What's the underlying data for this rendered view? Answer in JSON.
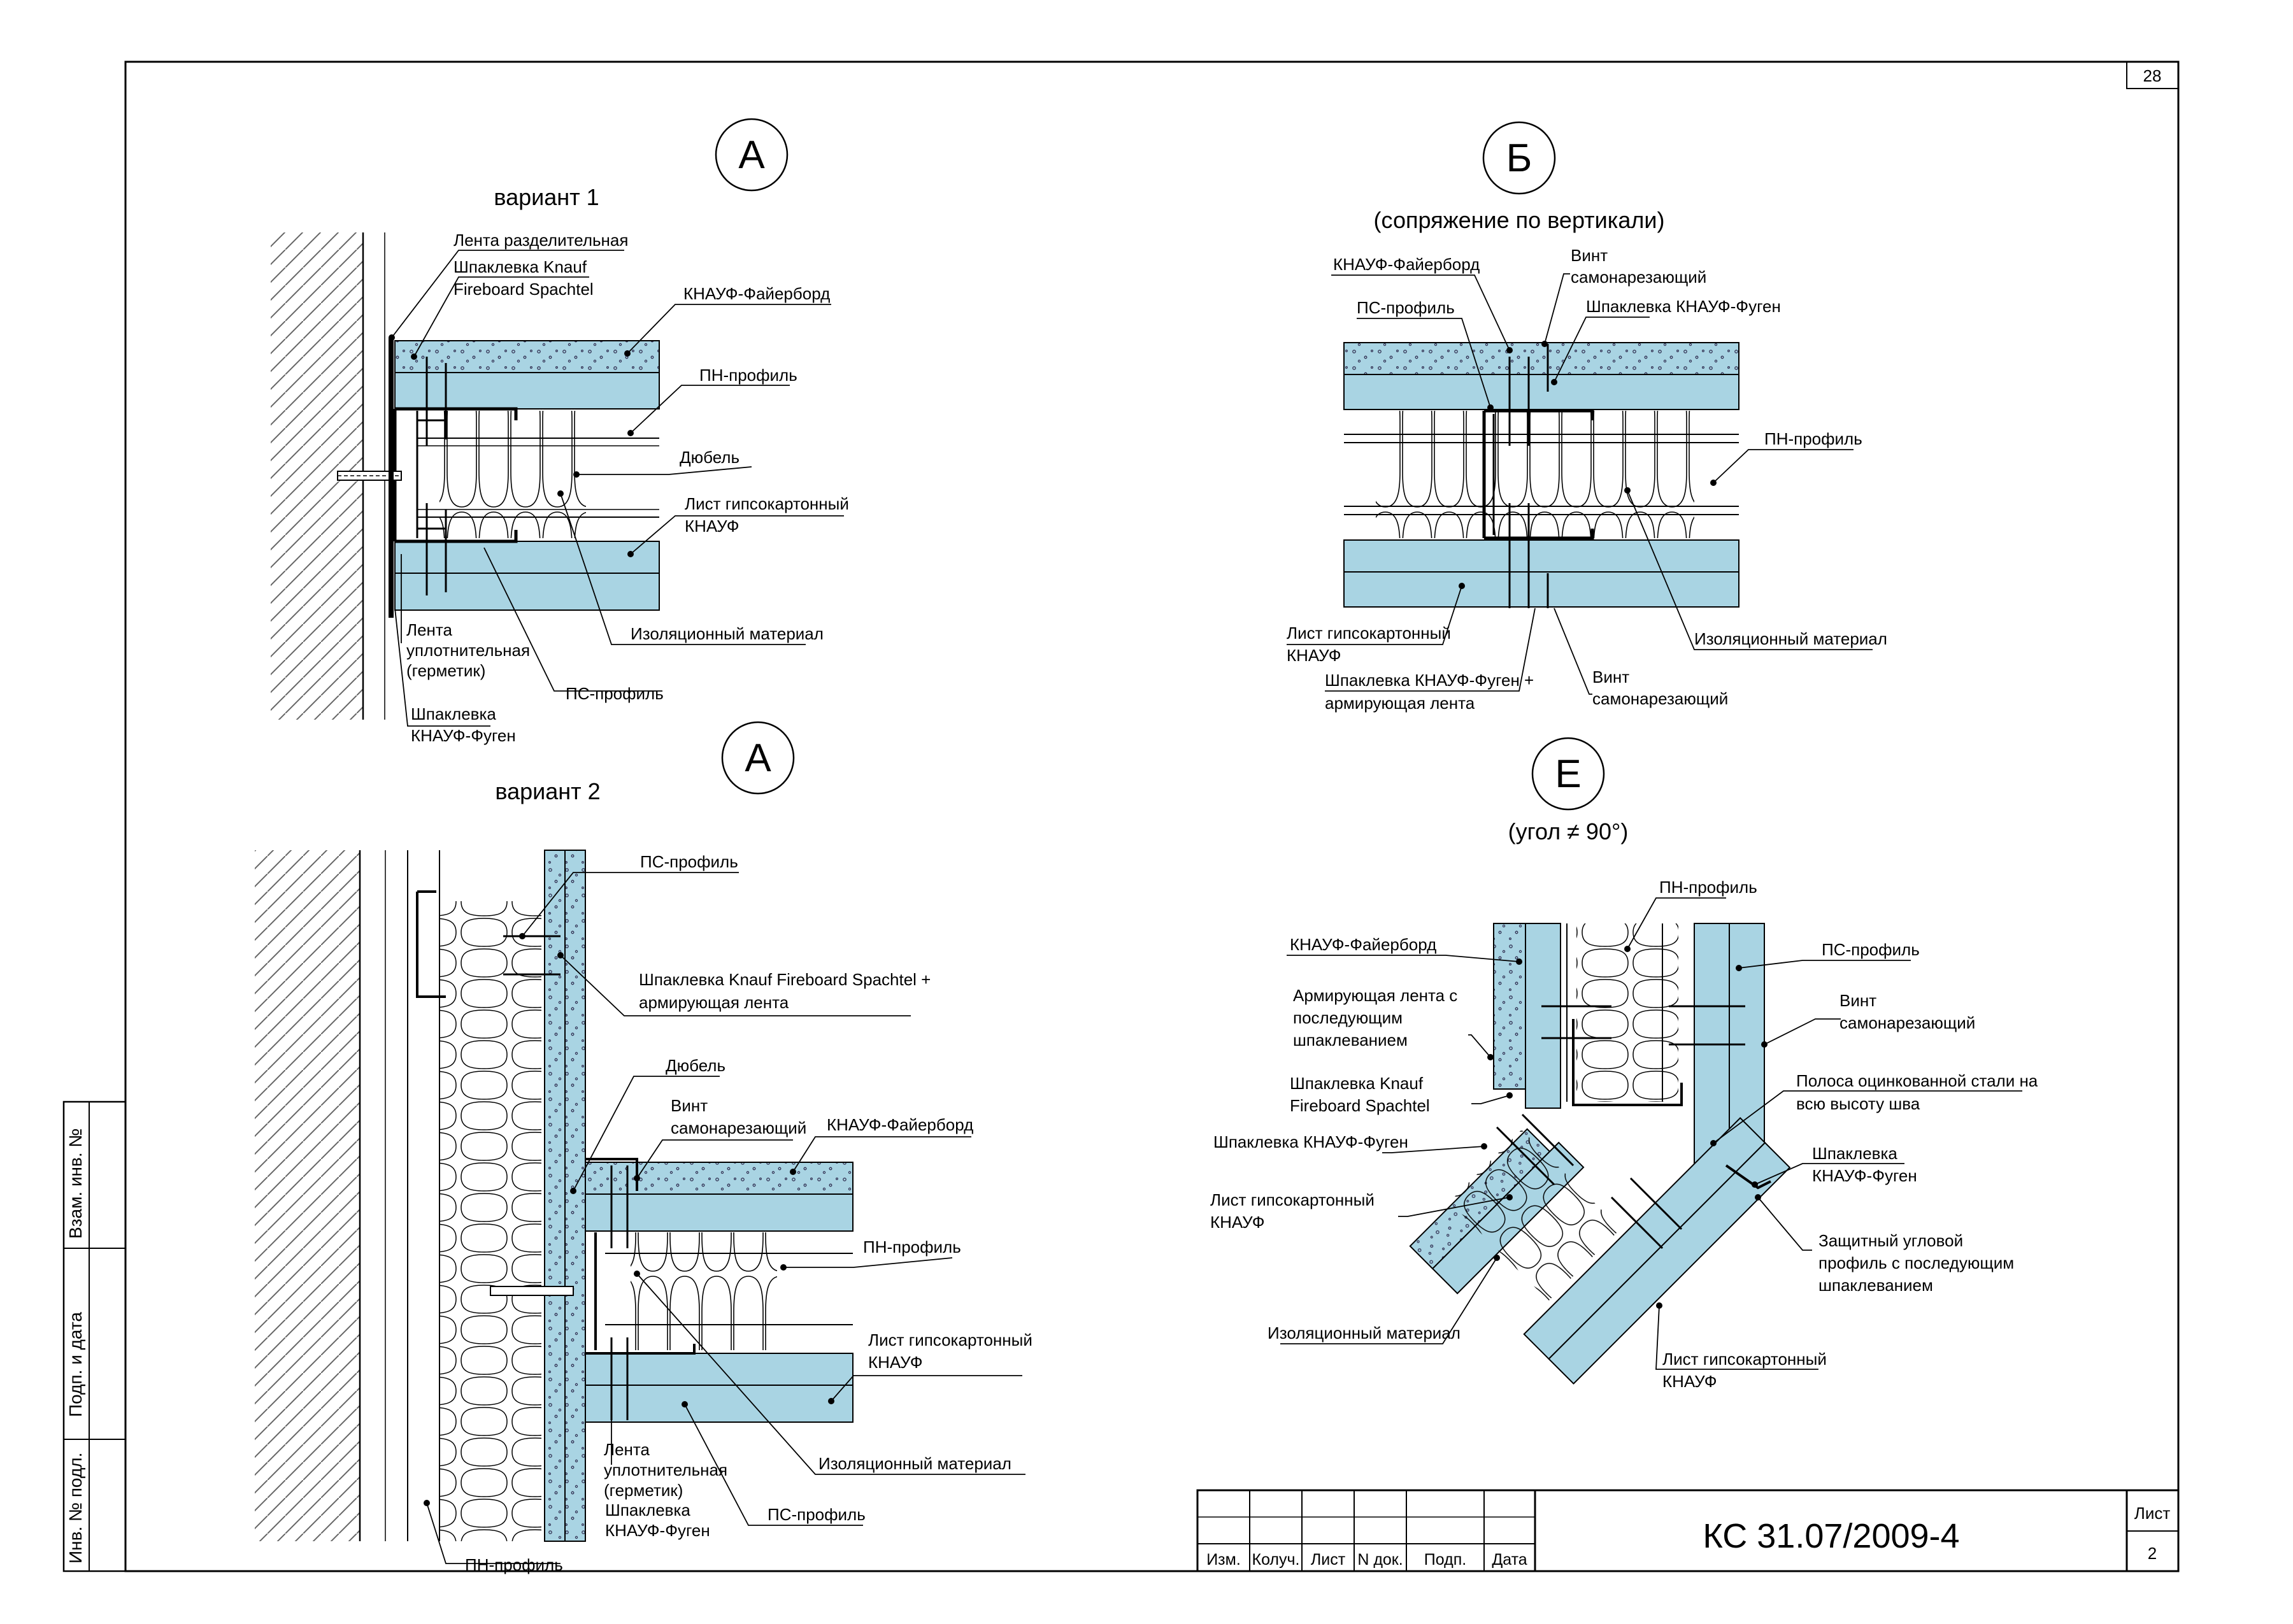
{
  "sheet": {
    "page_corner": "28",
    "code": "КС 31.07/2009-4",
    "list_label": "Лист",
    "list_number": "2",
    "stamp_cols": [
      "Изм.",
      "Колуч.",
      "Лист",
      "N док.",
      "Подп.",
      "Дата"
    ],
    "side_cells": [
      "Взам. инв. №",
      "Подп. и дата",
      "Инв. № подл."
    ]
  },
  "detail_a1": {
    "mark": "А",
    "subtitle": "вариант 1",
    "labels": {
      "lenta_razd": "Лента разделительная",
      "shpakl_knauf_1": "Шпаклевка Knauf",
      "shpakl_knauf_2": "Fireboard Spachtel",
      "fireboard": "КНАУФ-Файерборд",
      "pn": "ПН-профиль",
      "dubel": "Дюбель",
      "gkl_1": "Лист гипсокартонный",
      "gkl_2": "КНАУФ",
      "izol": "Изоляционный материал",
      "lenta_upl_1": "Лента",
      "lenta_upl_2": "уплотнительная",
      "lenta_upl_3": "(герметик)",
      "ps": "ПС-профиль",
      "fugen_1": "Шпаклевка",
      "fugen_2": "КНАУФ-Фуген"
    }
  },
  "detail_a2": {
    "mark": "А",
    "subtitle": "вариант 2",
    "labels": {
      "ps_top": "ПС-профиль",
      "spachtel_1": "Шпаклевка Knauf Fireboard Spachtel +",
      "spachtel_2": "армирующая лента",
      "dubel": "Дюбель",
      "vint_1": "Винт",
      "vint_2": "самонарезающий",
      "fireboard": "КНАУФ-Файерборд",
      "pn": "ПН-профиль",
      "gkl_1": "Лист гипсокартонный",
      "gkl_2": "КНАУФ",
      "lenta_1": "Лента",
      "lenta_2": "уплотнительная",
      "lenta_3": "(герметик)",
      "izol": "Изоляционный материал",
      "fugen_1": "Шпаклевка",
      "fugen_2": "КНАУФ-Фуген",
      "ps_bottom": "ПС-профиль",
      "pn_bottom": "ПН-профиль"
    }
  },
  "detail_b": {
    "mark": "Б",
    "subtitle": "(сопряжение по вертикали)",
    "labels": {
      "fireboard": "КНАУФ-Файерборд",
      "vint_1": "Винт",
      "vint_2": "самонарезающий",
      "ps": "ПС-профиль",
      "fugen": "Шпаклевка КНАУФ-Фуген",
      "pn": "ПН-профиль",
      "gkl_1": "Лист гипсокартонный",
      "gkl_2": "КНАУФ",
      "izol": "Изоляционный материал",
      "fugen_lenta_1": "Шпаклевка КНАУФ-Фуген +",
      "fugen_lenta_2": "армирующая лента",
      "vint_b_1": "Винт",
      "vint_b_2": "самонарезающий"
    }
  },
  "detail_e": {
    "mark": "Е",
    "subtitle": "(угол ≠ 90°)",
    "labels": {
      "pn": "ПН-профиль",
      "fireboard": "КНАУФ-Файерборд",
      "ps": "ПС-профиль",
      "arm_1": "Армирующая лента с",
      "arm_2": "последующим",
      "arm_3": "шпаклеванием",
      "vint_1": "Винт",
      "vint_2": "самонарезающий",
      "spachtel_1": "Шпаклевка Knauf",
      "spachtel_2": "Fireboard Spachtel",
      "polosa_1": "Полоса оцинкованной стали на",
      "polosa_2": "всю высоту шва",
      "fugen": "Шпаклевка КНАУФ-Фуген",
      "fugen2_1": "Шпаклевка",
      "fugen2_2": "КНАУФ-Фуген",
      "gkl_1": "Лист гипсокартонный",
      "gkl_2": "КНАУФ",
      "zasch_1": "Защитный угловой",
      "zasch_2": "профиль с последующим",
      "zasch_3": "шпаклеванием",
      "izol": "Изоляционный материал",
      "gkl_b_1": "Лист гипсокартонный",
      "gkl_b_2": "КНАУФ"
    }
  },
  "colors": {
    "board": "#a9d4e3",
    "line": "#000000",
    "hatch": "#555555"
  }
}
